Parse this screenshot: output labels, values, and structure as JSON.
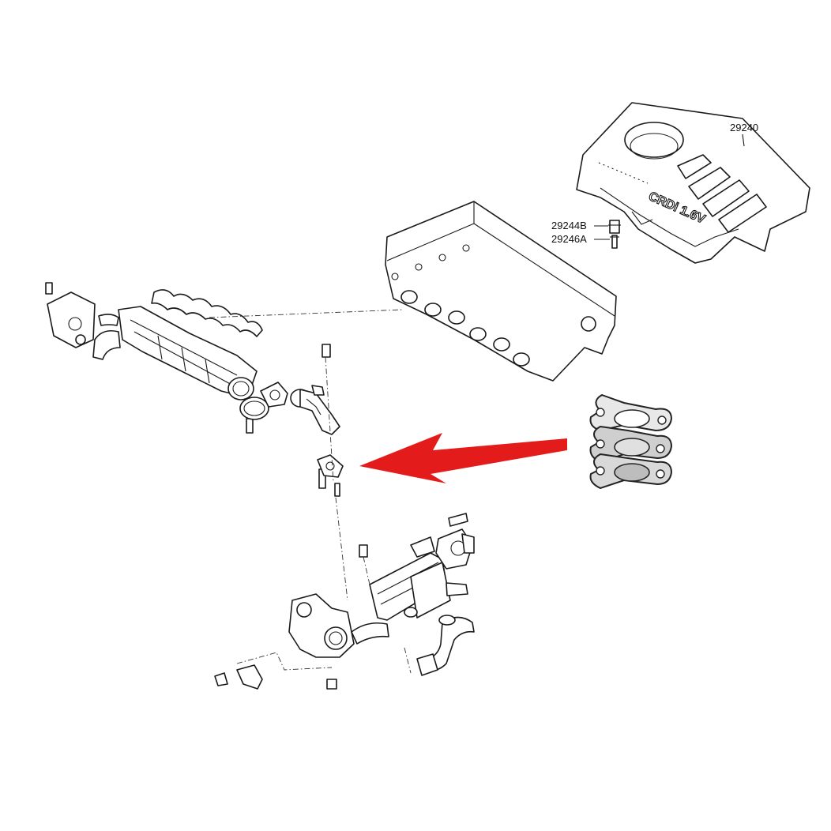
{
  "part_labels": {
    "engine_cover": "29240",
    "bolt_upper": "29244B",
    "bolt_lower": "29246A"
  },
  "cover_marking": "CRDi 1.6V",
  "colors": {
    "arrow": "#e41b1b",
    "line": "#1a1a1a",
    "gasket_fill": "#d9d9d9"
  },
  "icons": {
    "pointer": "red-arrow-icon",
    "gasket": "gasket-set-icon"
  }
}
